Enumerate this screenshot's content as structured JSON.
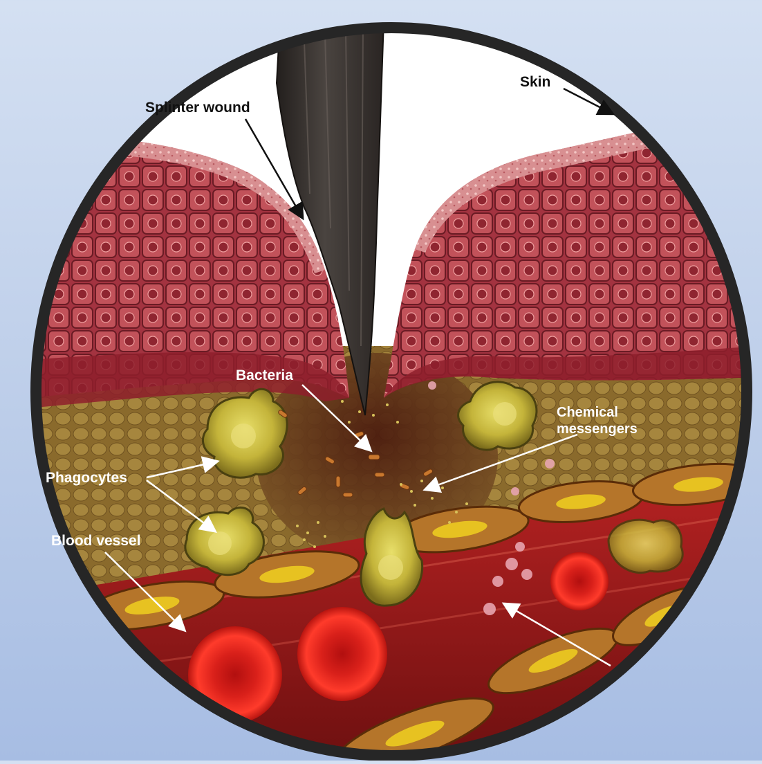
{
  "labels": {
    "splinter": "Splinter wound",
    "skin": "Skin",
    "bacteria": "Bacteria",
    "chemical_line1": "Chemical",
    "chemical_line2": "messengers",
    "phagocytes": "Phagocytes",
    "blood_vessel": "Blood vessel"
  },
  "colors": {
    "background_top": "#d4e0f2",
    "background_bottom": "#a7bde3",
    "frame": "#262626",
    "skin_surface": "#d98a8a",
    "skin_cells": "#9c2f38",
    "tissue": "#9b7a3a",
    "vessel": "#8e1a1a",
    "red_blood_cell": "#e0231b",
    "phagocyte": "#c9b83c",
    "splinter": "#3a3431"
  }
}
